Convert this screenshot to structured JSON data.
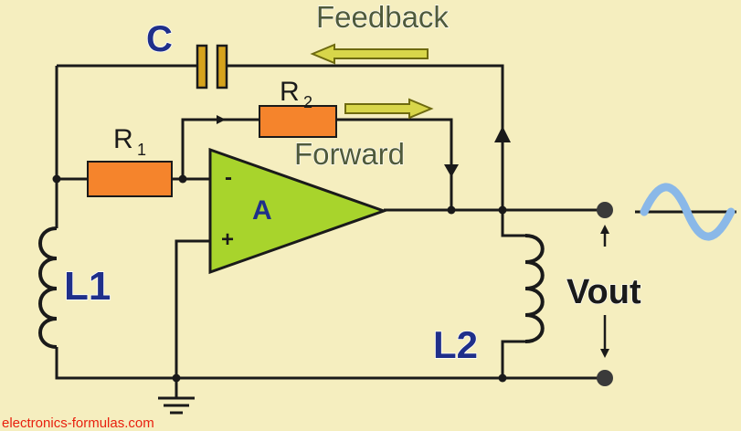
{
  "diagram": {
    "labels": {
      "capacitor": "C",
      "r1": "R",
      "r1_sub": "1",
      "r2": "R",
      "r2_sub": "2",
      "l1": "L1",
      "l2": "L2",
      "amp": "A",
      "minus": "-",
      "plus": "+",
      "feedback": "Feedback",
      "forward": "Forward",
      "vout": "Vout"
    },
    "watermark": "electronics-formulas.com"
  },
  "colors": {
    "background": "#f5eebf",
    "wire": "#1a1a1a",
    "resistor": "#f5842c",
    "amplifier": "#a8d42c",
    "capacitor_plate": "#d6a31c",
    "arrow_fill": "#d8d64a",
    "arrow_outline": "#6e6a10",
    "sine": "#8ab8e8",
    "blue_text": "#1f2f8a",
    "green_text": "#4f5a3a",
    "watermark": "#e8200e"
  },
  "icons": {
    "ground": "ground-symbol-icon",
    "sine_wave": "sine-wave-icon",
    "feedback_arrow": "arrow-left-icon",
    "forward_arrow": "arrow-right-icon"
  }
}
